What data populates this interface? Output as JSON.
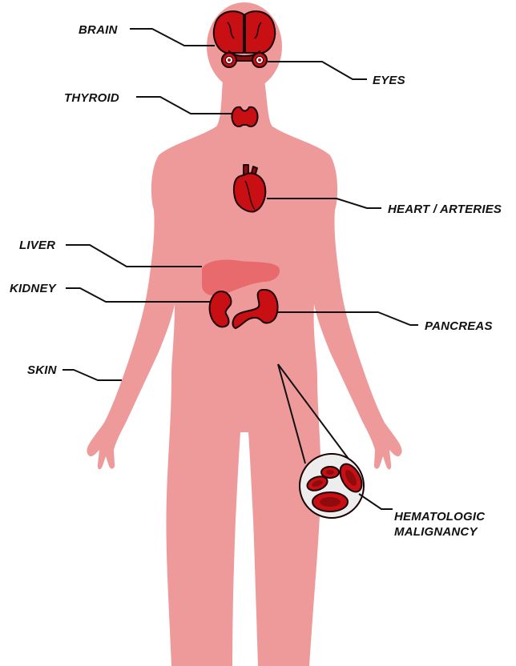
{
  "colors": {
    "body": "#EE9A9B",
    "organ": "#C80F14",
    "organ_dark": "#8E0B0E",
    "liver": "#E86A6D",
    "outline": "#1A0000",
    "magnifier_bg": "#EDEDED"
  },
  "labels": {
    "brain": "BRAIN",
    "eyes": "EYES",
    "thyroid": "THYROID",
    "heart": "HEART / ARTERIES",
    "liver": "LIVER",
    "kidney": "KIDNEY",
    "pancreas": "PANCREAS",
    "skin": "SKIN",
    "hematologic_line1": "HEMATOLOGIC",
    "hematologic_line2": "MALIGNANCY"
  }
}
